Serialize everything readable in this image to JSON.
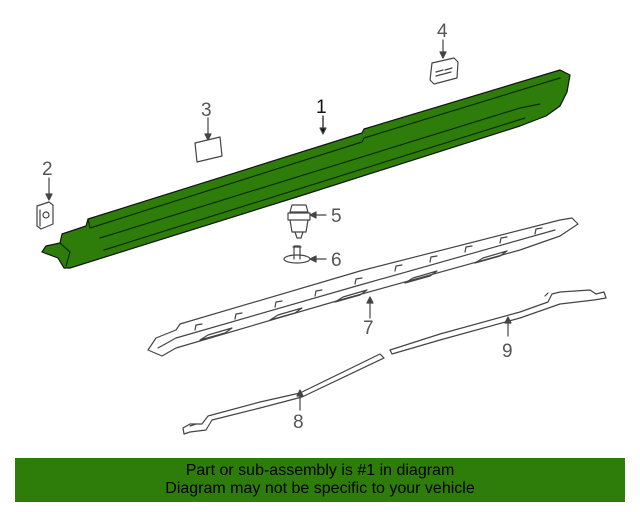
{
  "diagram": {
    "callouts": {
      "c1": "1",
      "c2": "2",
      "c3": "3",
      "c4": "4",
      "c5": "5",
      "c6": "6",
      "c7": "7",
      "c8": "8",
      "c9": "9"
    },
    "highlight_color": "#2e7d0a",
    "highlighted_part": "1"
  },
  "banner": {
    "line1": "Part or sub-assembly is #1 in diagram",
    "line2": "Diagram may not be specific to your vehicle",
    "background": "#2e7d0a"
  }
}
